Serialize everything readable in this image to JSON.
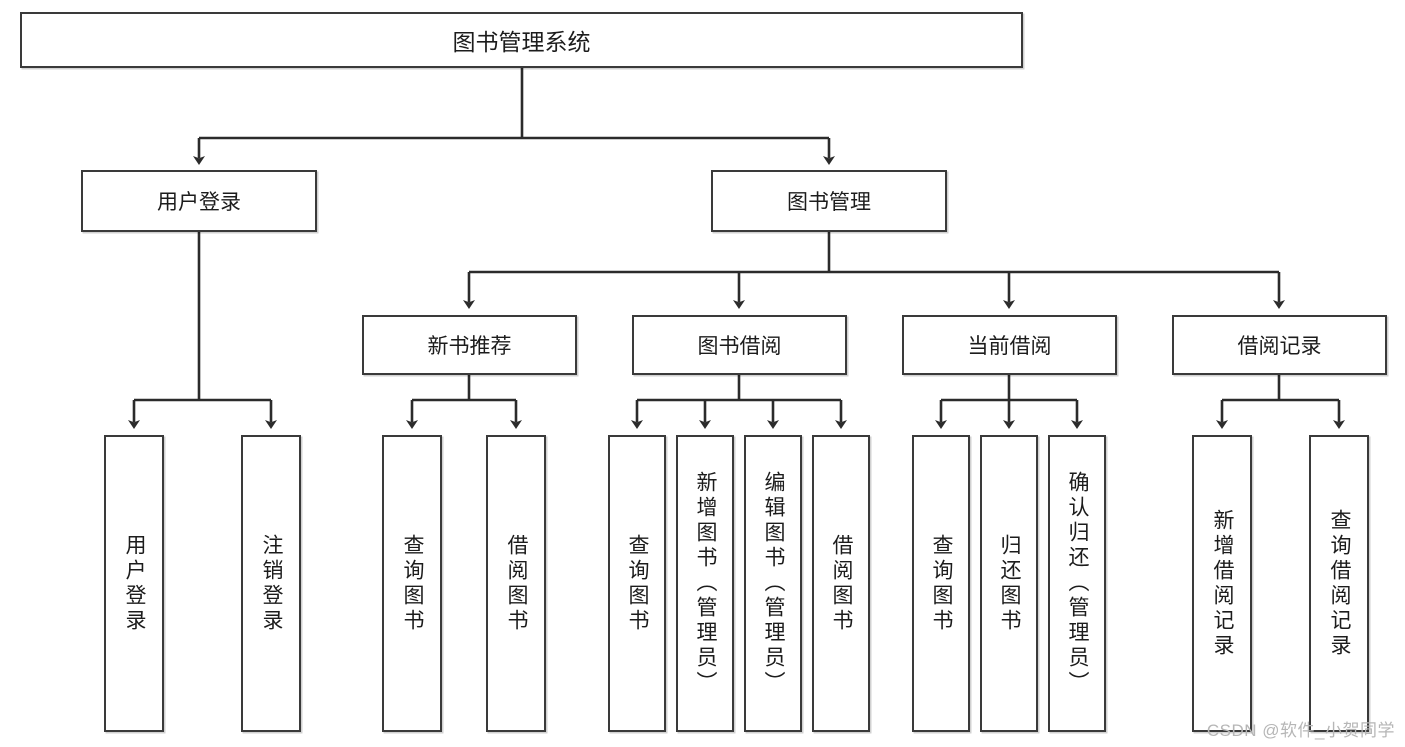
{
  "diagram": {
    "title": "图书管理系统",
    "type": "tree",
    "watermark": "CSDN @软件_小贺同学",
    "colors": {
      "box_border": "#3a3a3a",
      "box_fill": "#ffffff",
      "connector": "#2b2b2b",
      "text": "#1c1c1c",
      "watermark": "#b6b6b6"
    },
    "root": {
      "label": "图书管理系统"
    },
    "level2": [
      {
        "id": "user-login",
        "label": "用户登录"
      },
      {
        "id": "book-management",
        "label": "图书管理"
      }
    ],
    "level3": [
      {
        "id": "new-book-recommend",
        "label": "新书推荐",
        "parent": "book-management"
      },
      {
        "id": "book-borrow",
        "label": "图书借阅",
        "parent": "book-management"
      },
      {
        "id": "current-borrow",
        "label": "当前借阅",
        "parent": "book-management"
      },
      {
        "id": "borrow-record",
        "label": "借阅记录",
        "parent": "book-management"
      }
    ],
    "leaves": [
      {
        "id": "leaf-user-login",
        "label": "用户登录",
        "parent": "user-login"
      },
      {
        "id": "leaf-logout-login",
        "label": "注销登录",
        "parent": "user-login"
      },
      {
        "id": "leaf-query-book-1",
        "label": "查询图书",
        "parent": "new-book-recommend"
      },
      {
        "id": "leaf-borrow-book-1",
        "label": "借阅图书",
        "parent": "new-book-recommend"
      },
      {
        "id": "leaf-query-book-2",
        "label": "查询图书",
        "parent": "book-borrow"
      },
      {
        "id": "leaf-add-book",
        "label": "新增图书（管理员）",
        "parent": "book-borrow"
      },
      {
        "id": "leaf-edit-book",
        "label": "编辑图书（管理员）",
        "parent": "book-borrow"
      },
      {
        "id": "leaf-borrow-book-2",
        "label": "借阅图书",
        "parent": "book-borrow"
      },
      {
        "id": "leaf-query-book-3",
        "label": "查询图书",
        "parent": "current-borrow"
      },
      {
        "id": "leaf-return-book",
        "label": "归还图书",
        "parent": "current-borrow"
      },
      {
        "id": "leaf-confirm-return",
        "label": "确认归还（管理员）",
        "parent": "current-borrow"
      },
      {
        "id": "leaf-add-record",
        "label": "新增借阅记录",
        "parent": "borrow-record"
      },
      {
        "id": "leaf-query-record",
        "label": "查询借阅记录",
        "parent": "borrow-record"
      }
    ]
  }
}
